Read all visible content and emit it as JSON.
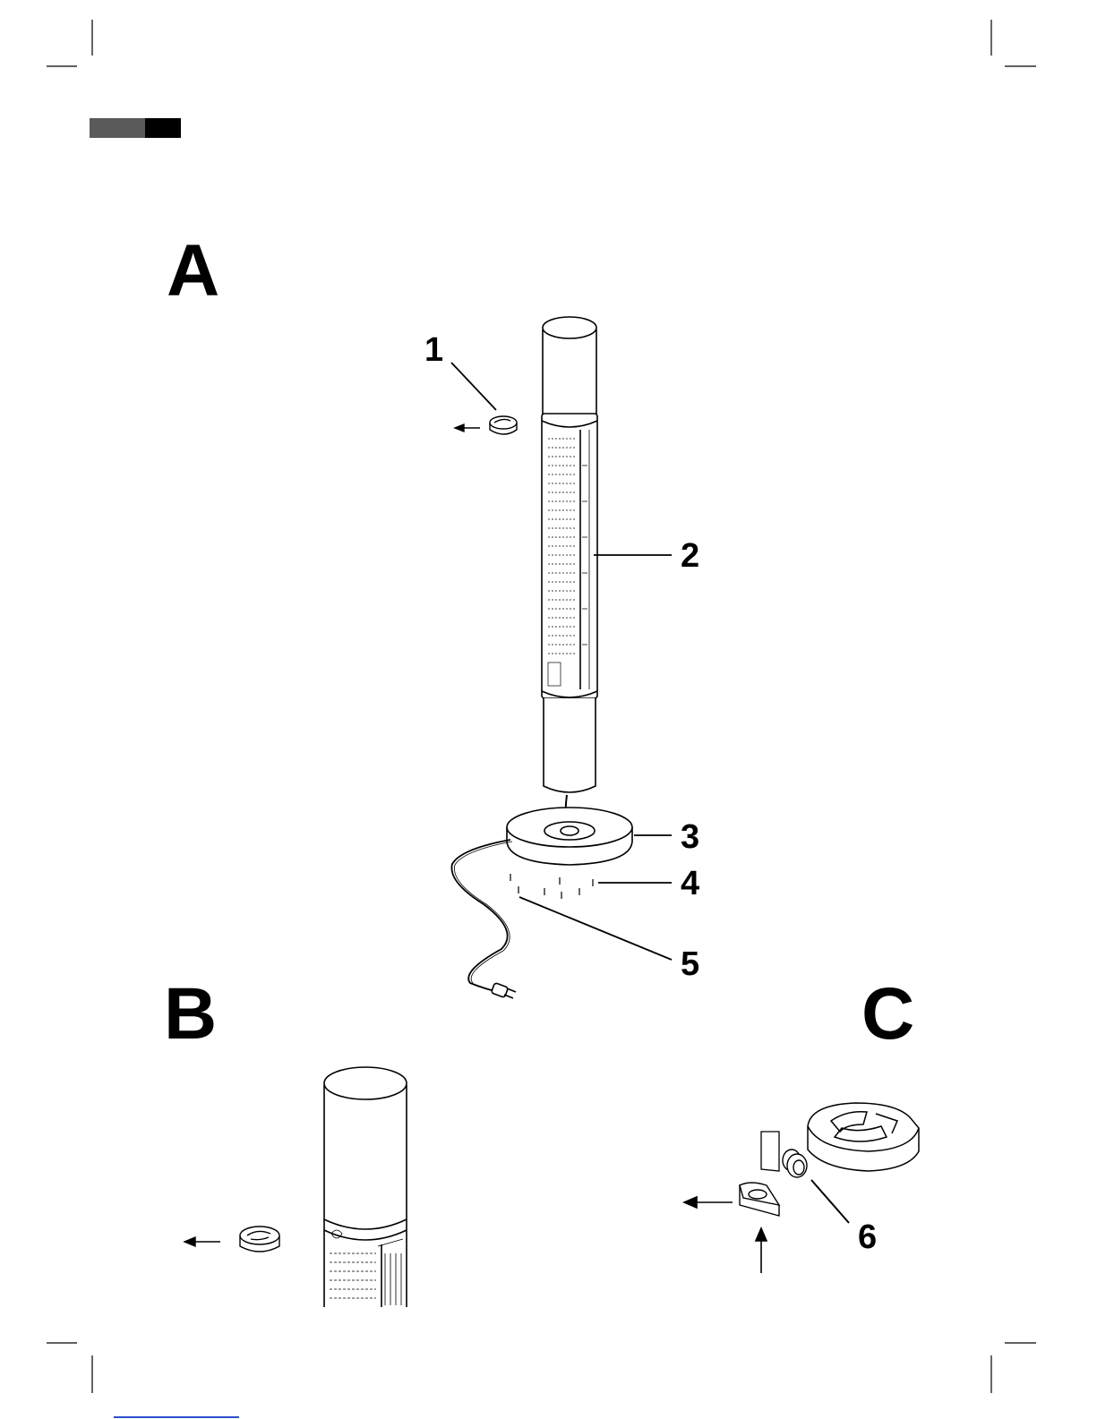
{
  "colors": {
    "ink": "#000000",
    "paper": "#ffffff",
    "bar_grey": "#5a5a5a",
    "bar_black": "#000000",
    "link_blue": "#2a4fd0"
  },
  "figures": {
    "a": {
      "letter": "A"
    },
    "b": {
      "letter": "B"
    },
    "c": {
      "letter": "C"
    }
  },
  "callouts": {
    "c1": "1",
    "c2": "2",
    "c3": "3",
    "c4": "4",
    "c5": "5",
    "c6": "6"
  },
  "icons": {
    "crop_marks": "crop-mark-icon",
    "arrows": "arrow-icon",
    "plug": "power-plug-icon"
  }
}
